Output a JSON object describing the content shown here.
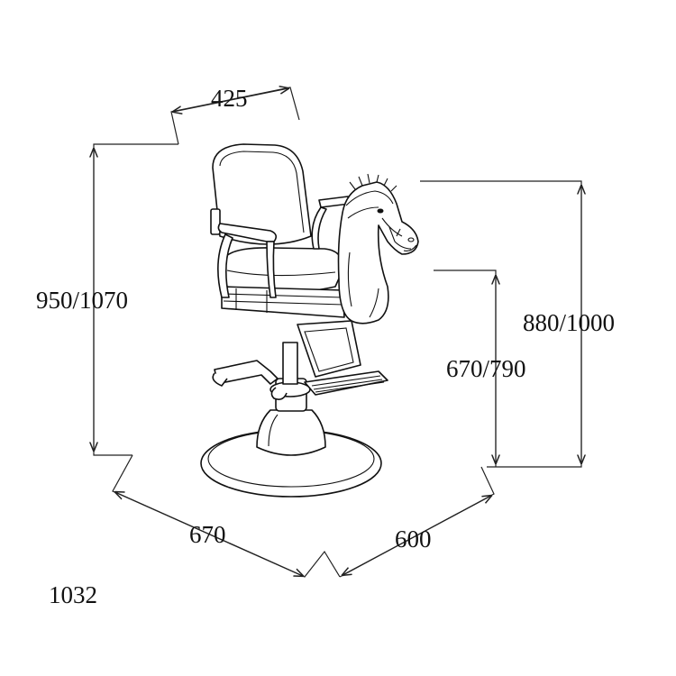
{
  "dimensions": {
    "width_top": "425",
    "height_total": "950/1070",
    "height_horse": "880/1000",
    "height_seat": "670/790",
    "depth_left": "670",
    "depth_right": "600",
    "model_code": "1032"
  },
  "colors": {
    "line": "#111111",
    "background": "#ffffff"
  }
}
